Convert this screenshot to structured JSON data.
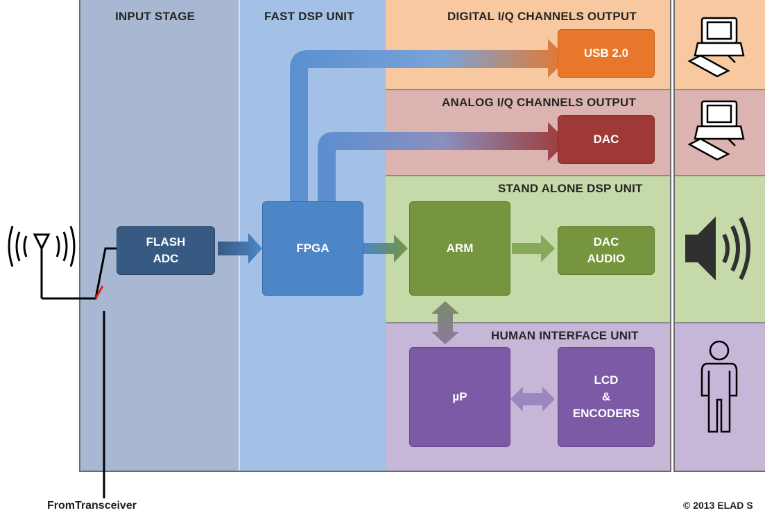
{
  "sections": {
    "input_stage": "INPUT STAGE",
    "fast_dsp": "FAST DSP UNIT",
    "digital_iq": "DIGITAL I/Q CHANNELS OUTPUT",
    "analog_iq": "ANALOG I/Q CHANNELS OUTPUT",
    "stand_alone": "STAND ALONE DSP UNIT",
    "human_interface": "HUMAN INTERFACE UNIT"
  },
  "blocks": {
    "flash_adc": [
      "FLASH",
      "ADC"
    ],
    "fpga": "FPGA",
    "usb": "USB 2.0",
    "dac": "DAC",
    "arm": "ARM",
    "dac_audio": [
      "DAC",
      "AUDIO"
    ],
    "up": "µP",
    "lcd": [
      "LCD",
      "&",
      "ENCODERS"
    ]
  },
  "footer": {
    "from_transceiver": "FromTransceiver",
    "copyright": "© 2013 ELAD S"
  },
  "colors": {
    "input_stage_bg": "#a8b8d2",
    "fast_dsp_bg": "#a3c0e6",
    "digital_bg": "#f8c9a0",
    "analog_bg": "#dbb3b0",
    "stand_alone_bg": "#c6d9a8",
    "human_bg": "#c6b7d8",
    "flash_adc": "#375a83",
    "fpga": "#4c86c6",
    "usb": "#e7782b",
    "dac": "#9e3935",
    "arm": "#76953e",
    "dac_audio": "#76953e",
    "up": "#7c5aa5",
    "lcd": "#7c5aa5"
  },
  "icons": [
    "computer-icon",
    "computer-icon",
    "speaker-icon",
    "person-icon",
    "antenna-icon"
  ]
}
